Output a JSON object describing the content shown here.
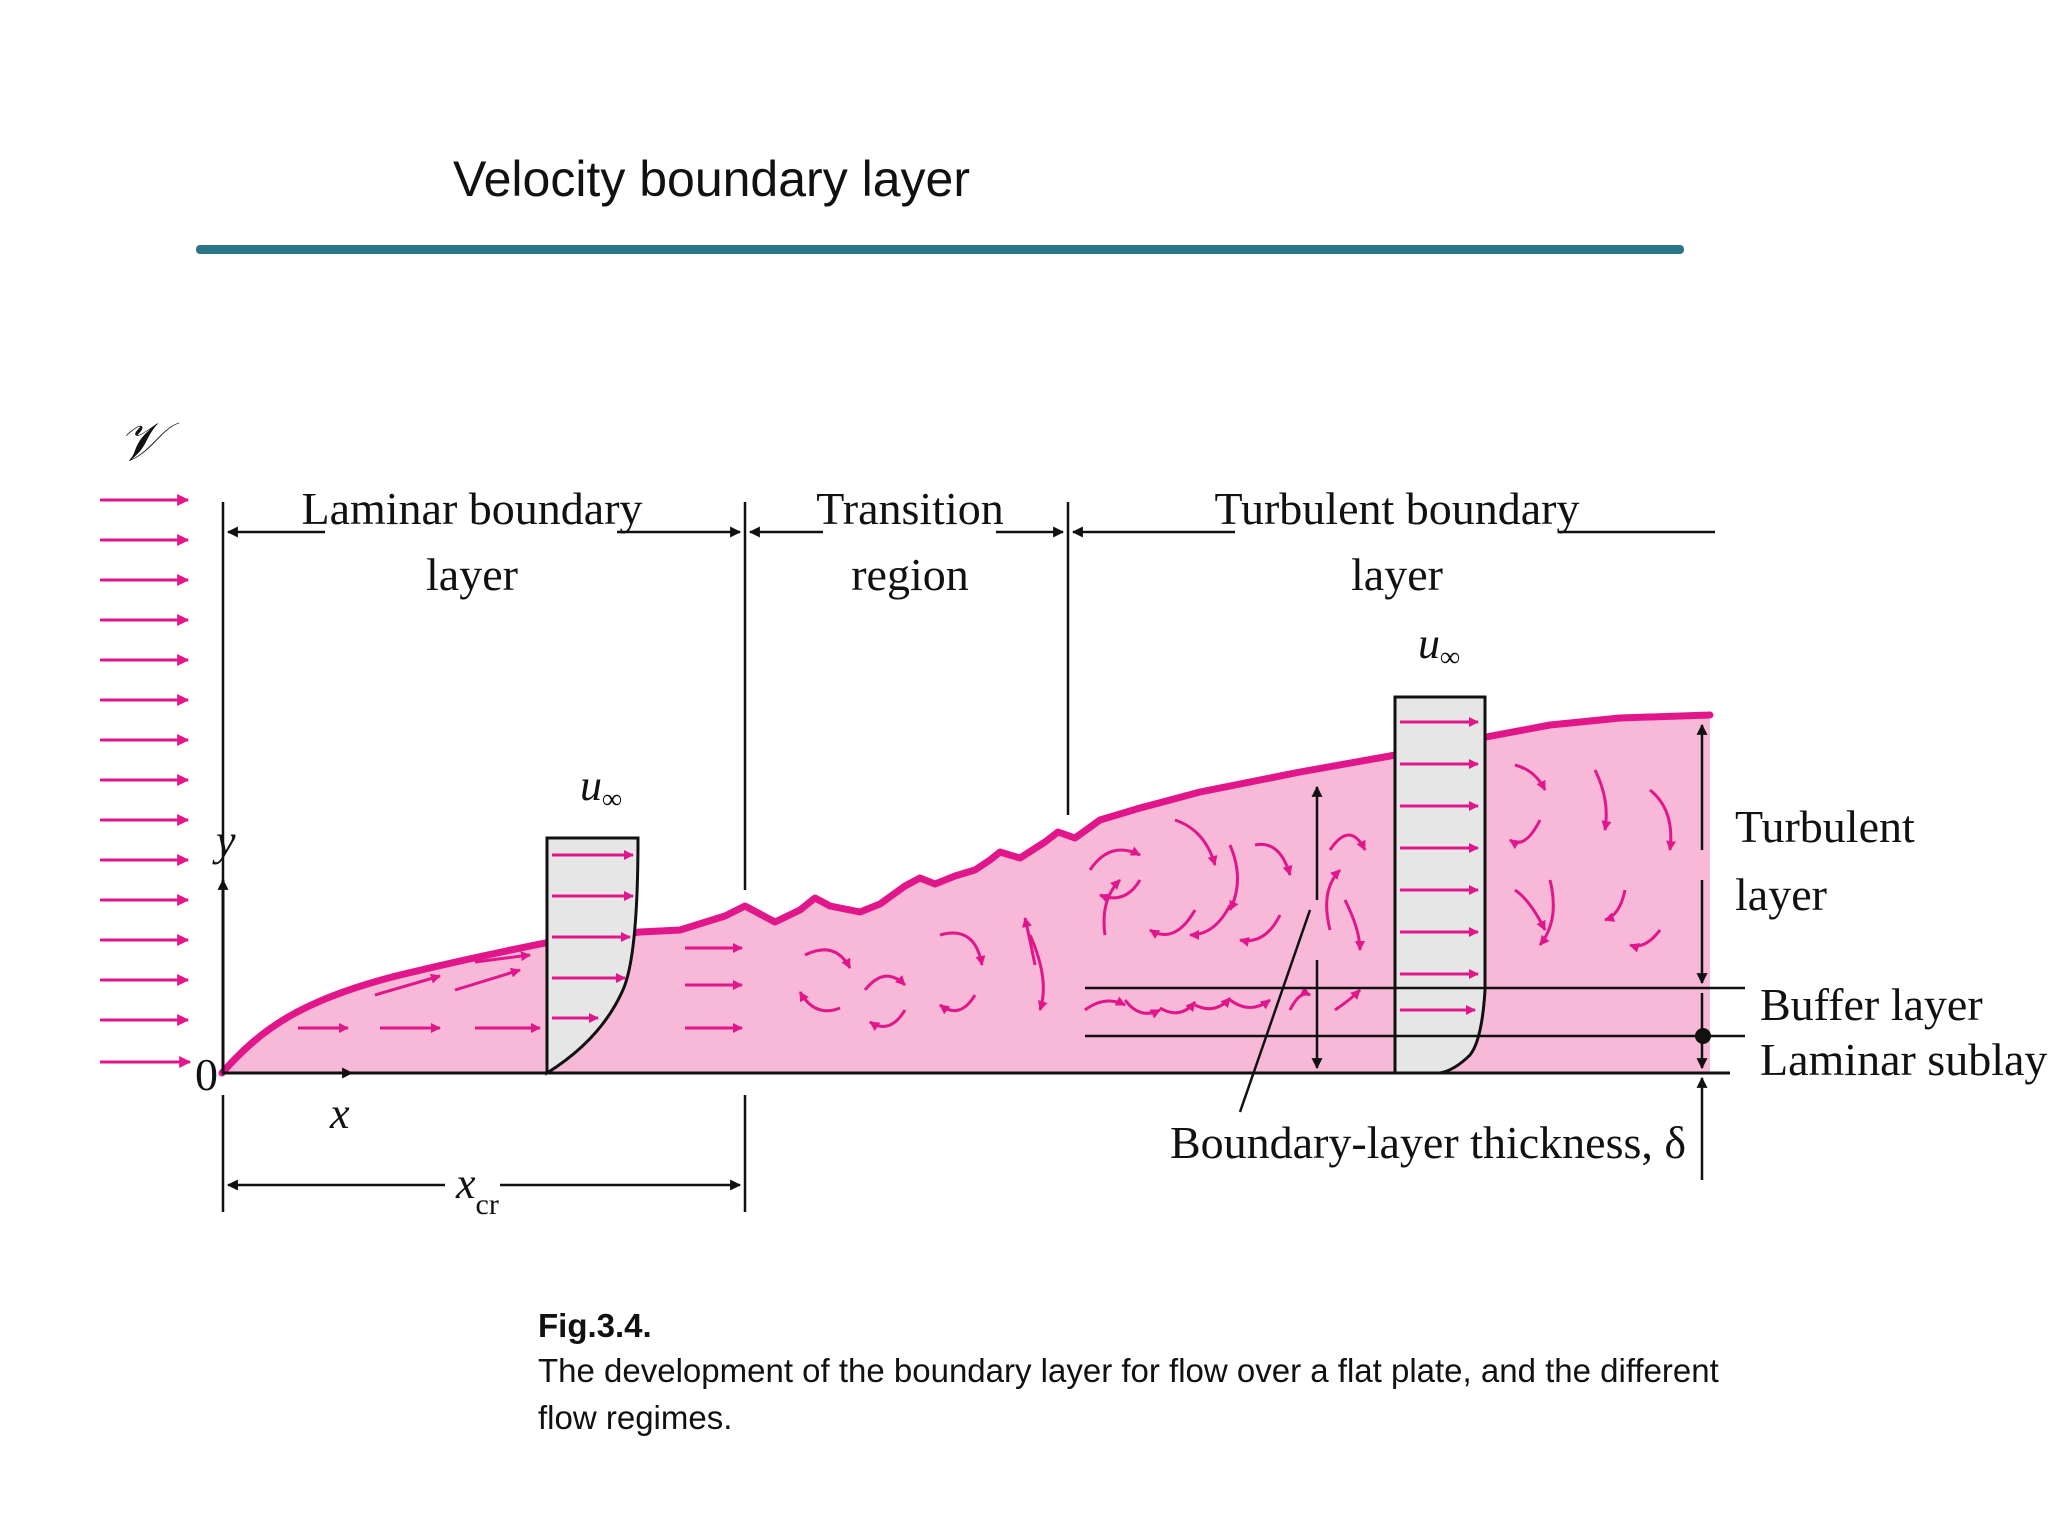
{
  "slide": {
    "title": "Velocity boundary layer"
  },
  "diagram": {
    "velocity_symbol": "𝒱",
    "regions": {
      "laminar_line1": "Laminar boundary",
      "laminar_line2": "layer",
      "transition_line1": "Transition",
      "transition_line2": "region",
      "turbulent_line1": "Turbulent boundary",
      "turbulent_line2": "layer"
    },
    "axes": {
      "origin": "0",
      "x": "x",
      "y": "y",
      "xcr": "x",
      "xcr_sub": "cr"
    },
    "profiles": {
      "u_inf": "u",
      "u_inf_sub": "∞"
    },
    "layers": {
      "turbulent_line1": "Turbulent",
      "turbulent_line2": "layer",
      "buffer": "Buffer layer",
      "sublayer": "Laminar sublayer",
      "thickness": "Boundary-layer thickness, δ"
    },
    "colors": {
      "fill": "#f7b9d7",
      "edge": "#e0168a",
      "arrow": "#e0168a",
      "profile": "#e6e6e6",
      "line": "#111111"
    }
  },
  "caption": {
    "title": "Fig.3.4.",
    "body": "The development of the boundary layer for flow over a flat plate, and the different flow regimes."
  }
}
